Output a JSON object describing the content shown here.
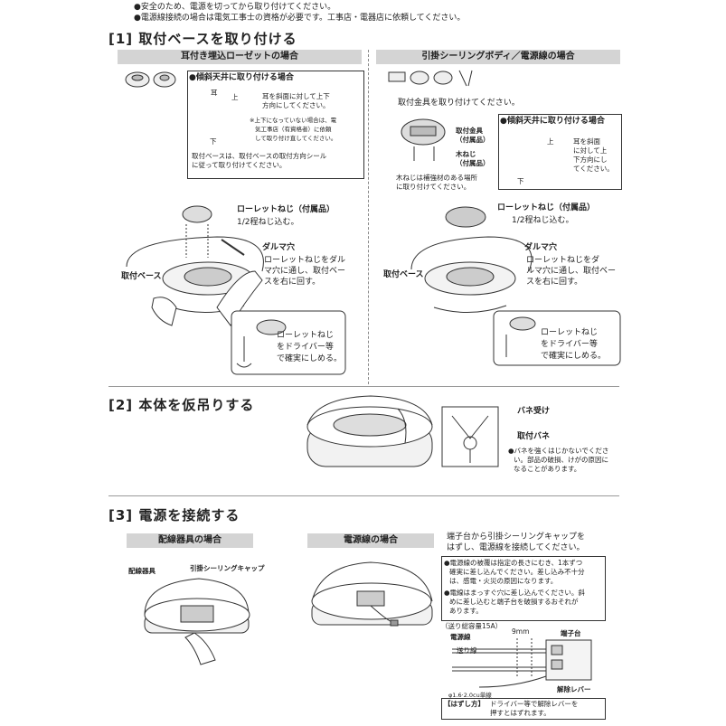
{
  "header": {
    "note1": "●安全のため、電源を切ってから取り付けてください。",
    "note2": "●電源線接続の場合は電気工事士の資格が必要です。工事店・電器店に依頼してください。"
  },
  "section1": {
    "title": "[1] 取付ベースを取り付ける",
    "left": {
      "banner": "耳付き埋込ローゼットの場合",
      "box_title": "●傾斜天井に取り付ける場合",
      "ear_label": "耳",
      "up_label": "上",
      "down_label": "下",
      "instruction": [
        "耳を斜面に対して上下",
        "方向にしてください。"
      ],
      "caution": [
        "※上下になっていない場合は、電",
        "気工事店（有資格者）に依頼",
        "して取り付け直してください。"
      ],
      "base_note": [
        "取付ベースは、取付ベースの取付方向シール",
        "に従って取り付けてください。"
      ],
      "knurl_label": "ローレットねじ（付属品）",
      "knurl_sub": "1/2程ねじ込む。",
      "daruma_label": "ダルマ穴",
      "daruma_text": [
        "ローレットねじをダル",
        "マ穴に通し、取付ベー",
        "スを右に回す。"
      ],
      "base_label": "取付ベース",
      "inset_text": [
        "ローレットねじ",
        "をドライバー等",
        "で確実にしめる。"
      ]
    },
    "right": {
      "banner": "引掛シーリングボディ／電源線の場合",
      "bracket_intro": "取付金具を取り付けてください。",
      "bracket_label": [
        "取付金具",
        "（付属品）"
      ],
      "screw_label": [
        "木ねじ",
        "（付属品）"
      ],
      "screw_note": [
        "木ねじは補強材のある場所",
        "に取り付けてください。"
      ],
      "box_title": "●傾斜天井に取り付ける場合",
      "up_label": "上",
      "down_label": "下",
      "instruction": [
        "耳を斜面",
        "に対して上",
        "下方向にし",
        "てください。"
      ],
      "knurl_label": "ローレットねじ（付属品）",
      "knurl_sub": "1/2程ねじ込む。",
      "daruma_label": "ダルマ穴",
      "daruma_text": [
        "ローレットねじをダ",
        "ルマ穴に通し、取付ベー",
        "スを右に回す。"
      ],
      "base_label": "取付ベース",
      "inset_text": [
        "ローレットねじ",
        "をドライバー等",
        "で確実にしめる。"
      ]
    }
  },
  "section2": {
    "title": "[2] 本体を仮吊りする",
    "spring_receiver": "バネ受け",
    "spring": "取付バネ",
    "caution": [
      "●バネを強くはじかないでくださ",
      "い。部品の破損、けがの原因に",
      "なることがあります。"
    ]
  },
  "section3": {
    "title": "[3] 電源を接続する",
    "left": {
      "banner": "配線器具の場合",
      "fixture_label": "配線器具",
      "cap_label": "引掛シーリングキャップ"
    },
    "right": {
      "banner": "電源線の場合",
      "intro": [
        "端子台から引掛シーリングキャップを",
        "はずし、電源線を接続してください。"
      ],
      "notes": [
        "●電源線の被覆は指定の長さにむき、1本ずつ",
        "確実に差し込んでください。差し込み不十分",
        "は、感電・火災の原因になります。",
        "●電線はまっすぐ穴に差し込んでください。斜",
        "めに差し込むと端子台を破損するおそれが",
        "あります。"
      ],
      "capacity": "（送り総容量15A）",
      "power_line": "電源線",
      "strip": "9mm",
      "terminal": "端子台",
      "feed_line": "送り線",
      "wire_spec": "φ1.6·2.0cu単線",
      "release_lever": "解除レバー",
      "remove_title": "【はずし方】",
      "remove_text": [
        "ドライバー等で解除レバーを",
        "押すとはずれます。"
      ]
    }
  }
}
